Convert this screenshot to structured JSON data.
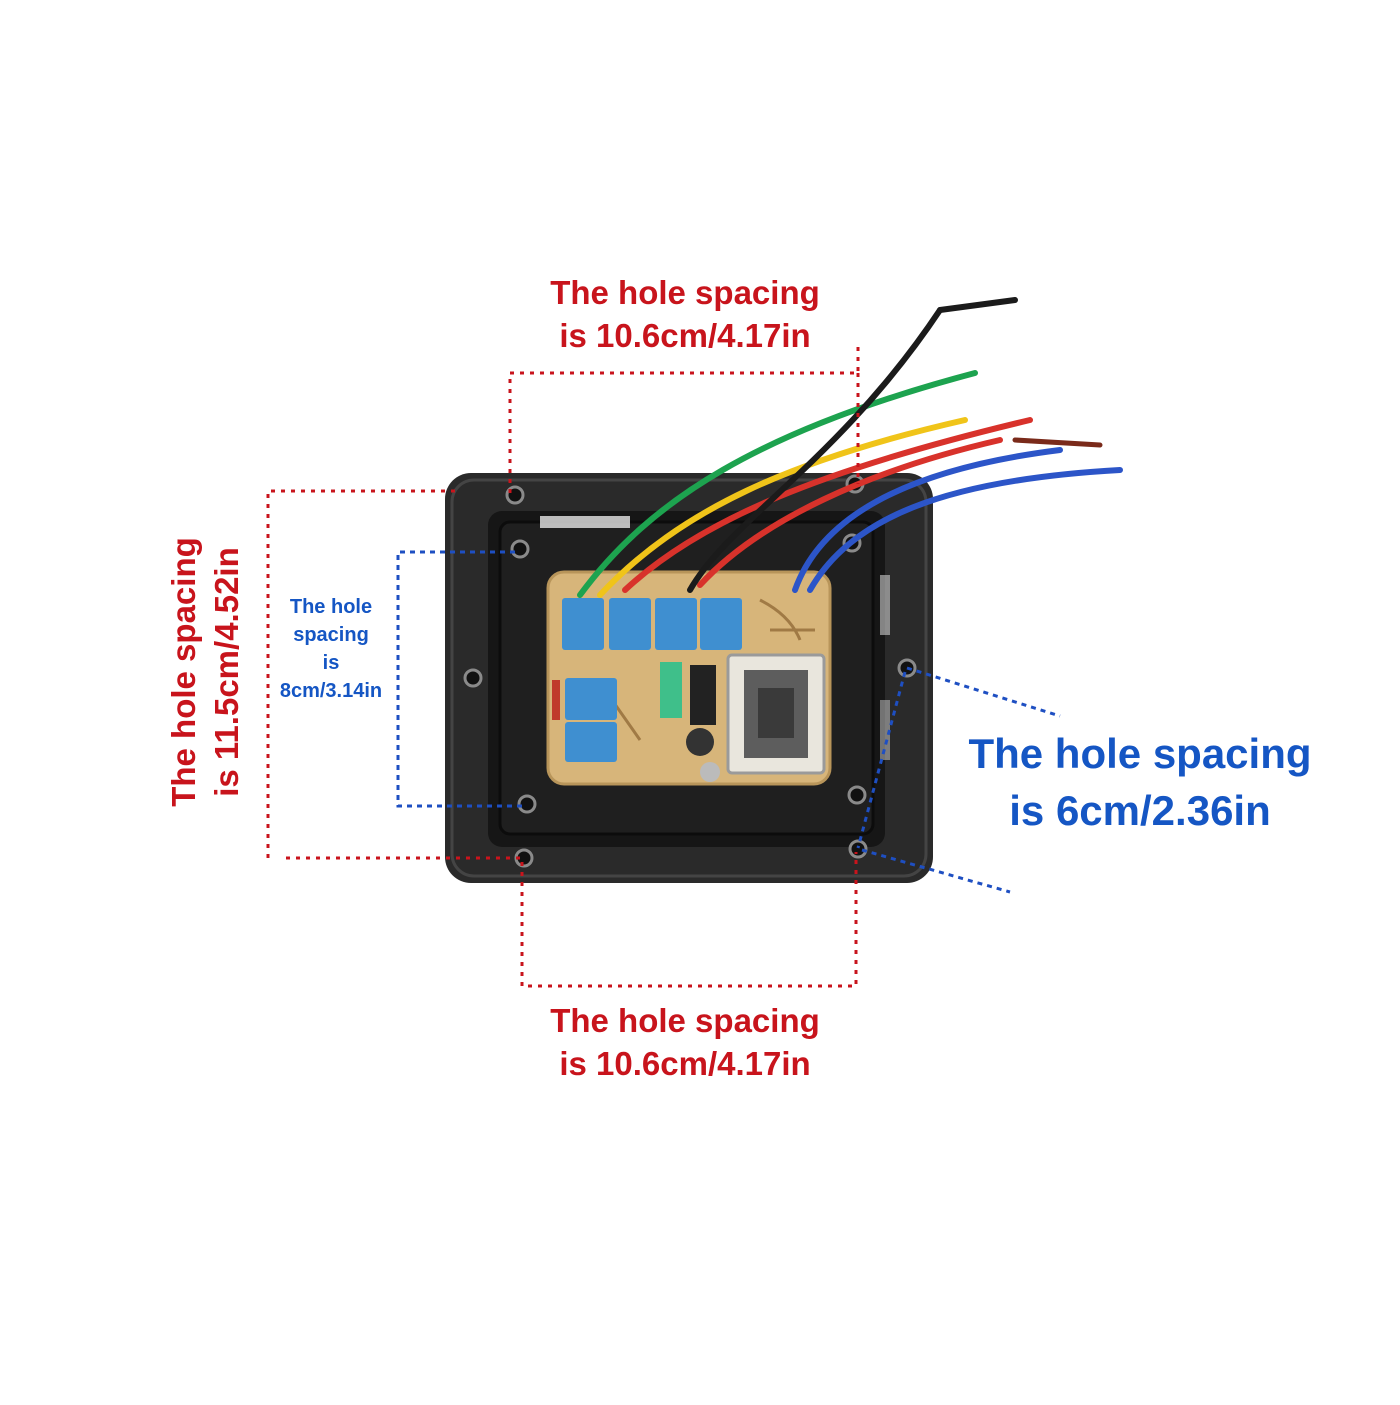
{
  "labels": {
    "top": [
      "The hole spacing",
      "is 10.6cm/4.17in"
    ],
    "bottom": [
      "The hole spacing",
      "is 10.6cm/4.17in"
    ],
    "left": [
      "The hole spacing",
      "is 11.5cm/4.52in"
    ],
    "inner": [
      "The hole",
      "spacing",
      "is",
      "8cm/3.14in"
    ],
    "right": [
      "The hole spacing",
      "is 6cm/2.36in"
    ]
  },
  "colors": {
    "red_annotation": "#c8141c",
    "blue_annotation": "#1556c4",
    "box": "#1e1e1e",
    "pcb": "#d7b57a",
    "relay": "#3f8fd0"
  }
}
